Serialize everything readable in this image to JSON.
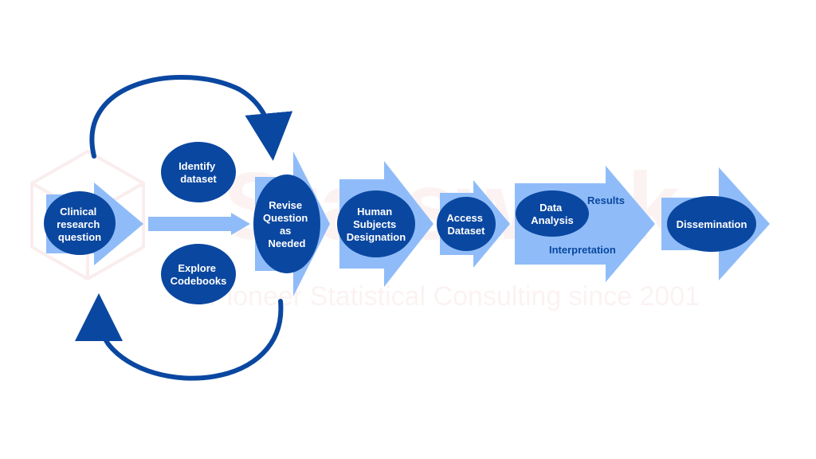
{
  "colors": {
    "background": "#ffffff",
    "arrow_light": "#8fbcf8",
    "node_dark": "#0a47a0",
    "loop_arrow": "#0a47a0",
    "label_text": "#ffffff",
    "side_label": "#0a47a0",
    "watermark": "#f4c9c9"
  },
  "watermark": {
    "brand": "Statswork",
    "tagline": "Pioneer Statistical Consulting since 2001"
  },
  "nodes": {
    "clinical": [
      "Clinical",
      "research",
      "question"
    ],
    "identify": [
      "Identify",
      "dataset"
    ],
    "explore": [
      "Explore",
      "Codebooks"
    ],
    "revise": [
      "Revise",
      "Question",
      "as",
      "Needed"
    ],
    "human": [
      "Human",
      "Subjects",
      "Designation"
    ],
    "access": [
      "Access",
      "Dataset"
    ],
    "analysis": [
      "Data",
      "Analysis"
    ],
    "dissemination": [
      "Dissemination"
    ]
  },
  "labels": {
    "results": "Results",
    "interpretation": "Interpretation"
  }
}
